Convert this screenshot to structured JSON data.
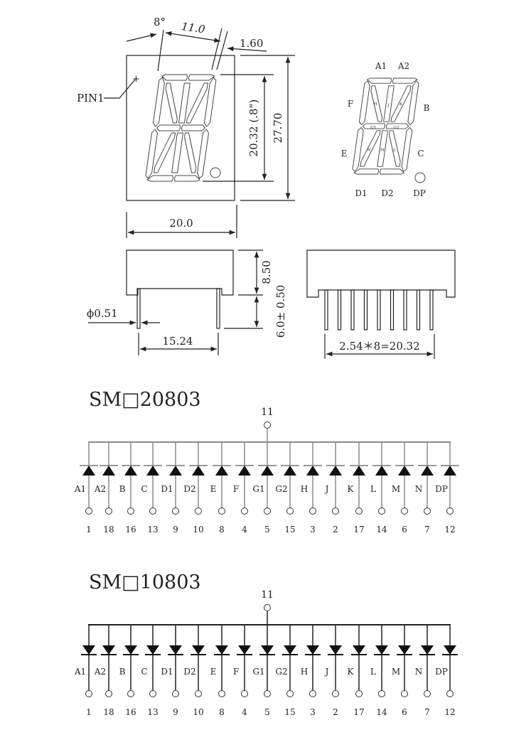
{
  "front_view": {
    "pin1_label": "PIN1",
    "angle": "8°",
    "digit_width": "11.0",
    "offset": "1.60",
    "digit_height": "20.32 (.8\")",
    "body_height": "27.70",
    "body_width": "20.0"
  },
  "segment_map": {
    "outer_labels": {
      "A1": "A1",
      "A2": "A2",
      "F": "F",
      "B": "B",
      "E": "E",
      "C": "C",
      "D1": "D1",
      "D2": "D2",
      "DP": "DP"
    },
    "inner_labels": {
      "H": "H",
      "J": "J",
      "K": "K",
      "G1": "G1",
      "G2": "G2",
      "N": "N",
      "M": "M",
      "L": "L"
    }
  },
  "side_view": {
    "lead_diameter": "ϕ0.51",
    "row_spacing": "15.24",
    "body_depth": "8.50",
    "lead_length": "6.0± 0.50"
  },
  "end_view": {
    "pitch": "2.54＊8=20.32"
  },
  "schematics": [
    {
      "title": "SM□20803",
      "common_pin": "11",
      "polarity": "common-cathode",
      "segments": [
        "A1",
        "A2",
        "B",
        "C",
        "D1",
        "D2",
        "E",
        "F",
        "G1",
        "G2",
        "H",
        "J",
        "K",
        "L",
        "M",
        "N",
        "DP"
      ],
      "pins": [
        "1",
        "18",
        "16",
        "13",
        "9",
        "10",
        "8",
        "4",
        "5",
        "15",
        "3",
        "2",
        "17",
        "14",
        "6",
        "7",
        "12"
      ]
    },
    {
      "title": "SM□10803",
      "common_pin": "11",
      "polarity": "common-anode",
      "segments": [
        "A1",
        "A2",
        "B",
        "C",
        "D1",
        "D2",
        "E",
        "F",
        "G1",
        "G2",
        "H",
        "J",
        "K",
        "L",
        "M",
        "N",
        "DP"
      ],
      "pins": [
        "1",
        "18",
        "16",
        "13",
        "9",
        "10",
        "8",
        "4",
        "5",
        "15",
        "3",
        "2",
        "17",
        "14",
        "6",
        "7",
        "12"
      ]
    }
  ]
}
